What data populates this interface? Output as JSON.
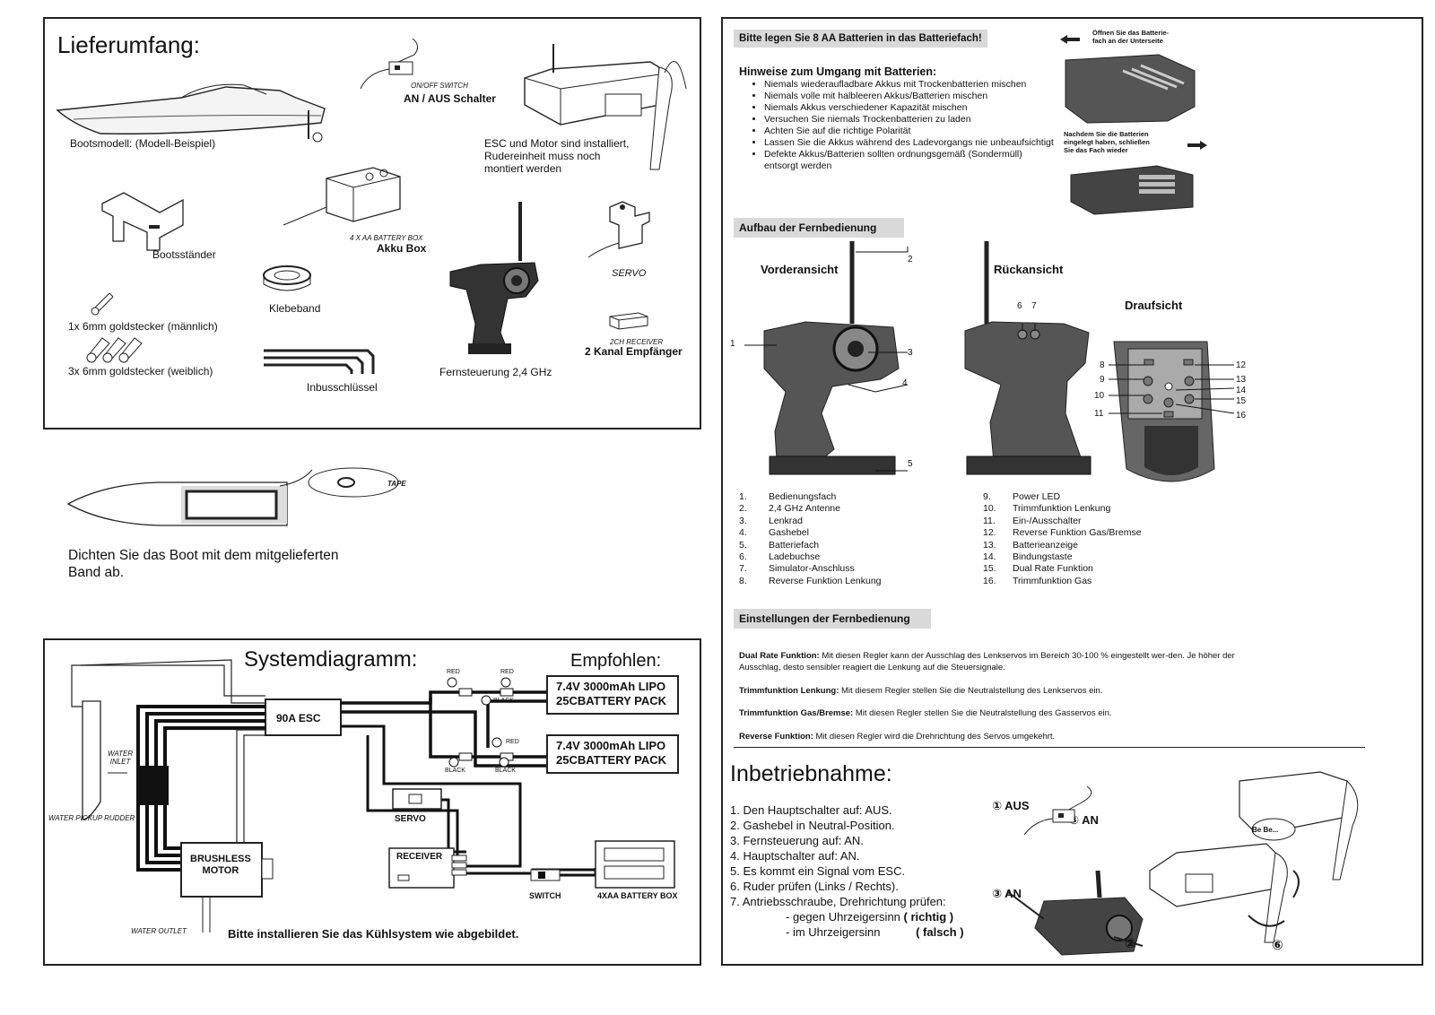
{
  "left": {
    "contents": {
      "title": "Lieferumfang:",
      "boat": "Bootsmodell: (Modell-Beispiel)",
      "switch_small": "ON/OFF SWITCH",
      "switch": "AN / AUS Schalter",
      "esc_note": [
        "ESC und Motor  sind installiert,",
        "Rudereinheit muss noch",
        "montiert werden"
      ],
      "stand": "Bootsständer",
      "batt_small": "4 X AA BATTERY BOX",
      "batt": "Akku Box",
      "servo": "SERVO",
      "tape": "Klebeband",
      "male": "1x 6mm goldstecker (männlich)",
      "female": "3x 6mm goldstecker (weiblich)",
      "allen": "Inbusschlüssel",
      "remote": "Fernsteuerung 2,4 GHz",
      "rx_small": "2CH RECEIVER",
      "rx": "2 Kanal Empfänger"
    },
    "seal": {
      "tape_label": "TAPE",
      "text": [
        "Dichten Sie das Boot mit dem mitgelieferten",
        "Band ab."
      ]
    },
    "system": {
      "title": "Systemdiagramm:",
      "recommended": "Empfohlen:",
      "battery_pack": [
        "7.4V 3000mAh LIPO",
        "25CBATTERY PACK"
      ],
      "esc": "90A ESC",
      "motor": [
        "BRUSHLESS",
        "MOTOR"
      ],
      "servo": "SERVO",
      "receiver": "RECEIVER",
      "switch": "SWITCH",
      "battbox": "4XAA BATTERY BOX",
      "red": "RED",
      "black": "BLACK",
      "water_inlet": [
        "WATER",
        "INLET"
      ],
      "rudder": "WATER PICKUP RUDDER",
      "outlet": "WATER OUTLET",
      "cooling": "Bitte installieren Sie das Kühlsystem wie abgebildet."
    }
  },
  "right": {
    "battery_banner": "Bitte legen Sie 8 AA Batterien in das Batteriefach!",
    "open_note": [
      "Öffnen Sie das Batterie-",
      "fach an der Unterseite"
    ],
    "close_note": [
      "Nachdem Sie die Batterien",
      "eingelegt haben, schließen",
      "Sie das Fach wieder"
    ],
    "hints_title": "Hinweise zum Umgang mit Batterien:",
    "hints": [
      "Niemals wiederaufladbare Akkus mit Trockenbatterien mischen",
      "Niemals volle mit halbleeren Akkus/Batterien mischen",
      "Niemals Akkus verschiedener Kapazität mischen",
      "Versuchen Sie niemals Trockenbatterien zu laden",
      "Achten Sie auf die richtige Polarität",
      "Lassen Sie die Akkus während des Ladevorgangs  nie unbeaufsichtigt",
      "Defekte Akkus/Batterien sollten ordnungsgemäß (Sondermüll) entsorgt werden"
    ],
    "remote_banner": "Aufbau der Fernbedienung",
    "front": "Vorderansicht",
    "back": "Rückansicht",
    "top": "Draufsicht",
    "callouts": [
      "1",
      "2",
      "3",
      "4",
      "5",
      "6",
      "7",
      "8",
      "9",
      "10",
      "11",
      "12",
      "13",
      "14",
      "15",
      "16"
    ],
    "parts_left": [
      {
        "n": "1.",
        "t": "Bedienungsfach"
      },
      {
        "n": "2.",
        "t": "2,4 GHz Antenne"
      },
      {
        "n": "3.",
        "t": "Lenkrad"
      },
      {
        "n": "4.",
        "t": "Gashebel"
      },
      {
        "n": "5.",
        "t": "Batteriefach"
      },
      {
        "n": "6.",
        "t": "Ladebuchse"
      },
      {
        "n": "7.",
        "t": "Simulator-Anschluss"
      },
      {
        "n": "8.",
        "t": "Reverse Funktion Lenkung"
      }
    ],
    "parts_right": [
      {
        "n": "9.",
        "t": "Power LED"
      },
      {
        "n": "10.",
        "t": "Trimmfunktion Lenkung"
      },
      {
        "n": "11.",
        "t": "Ein-/Ausschalter"
      },
      {
        "n": "12.",
        "t": "Reverse Funktion Gas/Bremse"
      },
      {
        "n": "13.",
        "t": "Batterieanzeige"
      },
      {
        "n": "14.",
        "t": "Bindungstaste"
      },
      {
        "n": "15.",
        "t": "Dual Rate Funktion"
      },
      {
        "n": "16.",
        "t": "Trimmfunktion Gas"
      }
    ],
    "settings_banner": "Einstellungen der Fernbedienung",
    "settings": [
      {
        "k": "Dual Rate Funktion:",
        "v": " Mit diesen Regler kann der Ausschlag des Lenkservos im Bereich 30-100 % eingestellt wer-den. Je höher der Ausschlag, desto sensibler reagiert die Lenkung auf die Steuersignale."
      },
      {
        "k": "Trimmfunktion Lenkung:",
        "v": "  Mit diesem Regler stellen Sie die Neutralstellung des Lenkservos ein."
      },
      {
        "k": "Trimmfunktion Gas/Bremse:",
        "v": " Mit diesen Regler stellen Sie die Neutralstellung des Gasservos ein."
      },
      {
        "k": "Reverse Funktion:",
        "v": " Mit diesen Regler wird die Drehrichtung des Servos umgekehrt."
      }
    ],
    "startup_title": "Inbetriebnahme:",
    "steps": [
      "1. Den Hauptschalter auf: AUS.",
      "2. Gashebel in Neutral-Position.",
      "3. Fernsteuerung auf: AN.",
      "4. Hauptschalter auf: AN.",
      "5. Es kommt ein Signal vom ESC.",
      "6. Ruder prüfen (Links / Rechts).",
      "7. Antriebsschraube, Drehrichtung prüfen:"
    ],
    "ccw": "- gegen Uhrzeigersinn",
    "ccw_v": "( richtig )",
    "cw": "- im Uhrzeigersinn",
    "cw_v": "( falsch )",
    "aus": "① AUS",
    "an4": "④ AN",
    "an3": "③ AN",
    "c2": "②",
    "c6": "⑥",
    "bebe": "Be Be..."
  }
}
